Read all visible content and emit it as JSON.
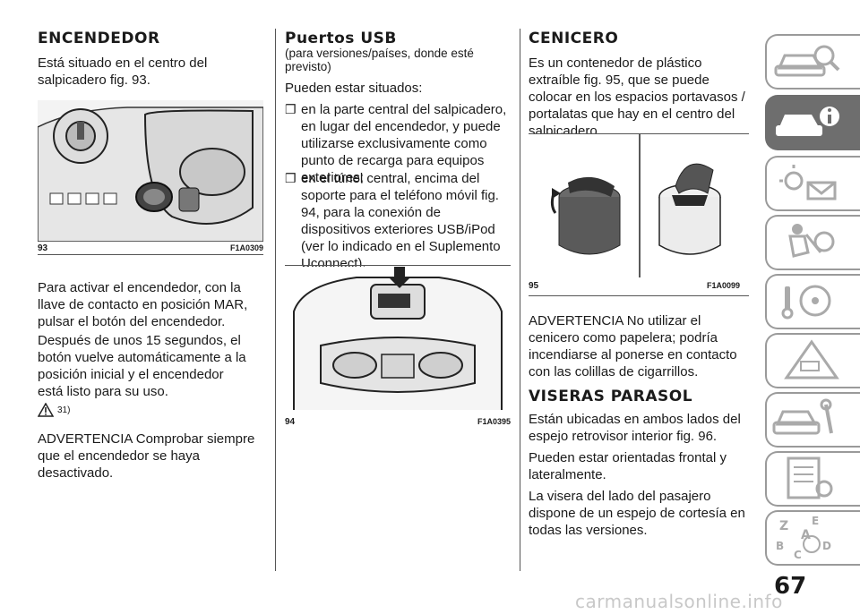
{
  "col1": {
    "title": "ENCENDEDOR",
    "p1": "Está situado en el centro del salpicadero fig. 93.",
    "fig_num": "93",
    "fig_code": "F1A0309",
    "p2": "Para activar el encendedor, con la llave de contacto en posición MAR, pulsar el botón del encendedor.",
    "p3": "Después de unos 15 segundos, el botón vuelve automáticamente a la posición inicial y el encendedor está listo para su uso.",
    "note": "31)",
    "p4": "ADVERTENCIA Comprobar siempre que el encendedor se haya desactivado."
  },
  "col2": {
    "title": "Puertos USB",
    "subtitle": "(para versiones/países, donde esté previsto)",
    "p1": "Pueden estar situados:",
    "bullets": [
      "en la parte central del salpicadero, en lugar del encendedor, y puede utilizarse exclusivamente como punto de recarga para equipos exteriores;",
      "en el túnel central, encima del soporte para el teléfono móvil fig. 94, para la conexión de dispositivos exteriores USB/iPod (ver lo indicado en el Suplemento Uconnect)."
    ],
    "bullet_mark": "❒",
    "fig_num": "94",
    "fig_code": "F1A0395"
  },
  "col3": {
    "title": "CENICERO",
    "p1": "Es un contenedor de plástico extraíble fig. 95, que se puede colocar en los espacios portavasos / portalatas que hay en el centro del salpicadero.",
    "fig_num": "95",
    "fig_code": "F1A0099",
    "p2": "ADVERTENCIA No utilizar el cenicero como papelera; podría incendiarse al ponerse en contacto con las colillas de cigarrillos.",
    "title2": "VISERAS PARASOL",
    "p3": "Están ubicadas en ambos lados del espejo retrovisor interior fig. 96.",
    "p4": "Pueden estar orientadas frontal y lateralmente.",
    "p5": "La visera del lado del pasajero dispone de un espejo de cortesía en todas las versiones."
  },
  "page_number": "67",
  "watermark": "carmanualsonline.info",
  "tabs": [
    {
      "icon": "car-search-icon"
    },
    {
      "icon": "car-info-icon",
      "active": true
    },
    {
      "icon": "warning-light-mail-icon"
    },
    {
      "icon": "airbag-seat-icon"
    },
    {
      "icon": "steering-key-icon"
    },
    {
      "icon": "roadside-breakdown-icon"
    },
    {
      "icon": "car-wrench-icon"
    },
    {
      "icon": "specs-list-icon"
    },
    {
      "icon": "alphabet-index-icon"
    }
  ],
  "colors": {
    "active_tab": "#6e6e6e",
    "tab_border": "#9a9a9a"
  }
}
